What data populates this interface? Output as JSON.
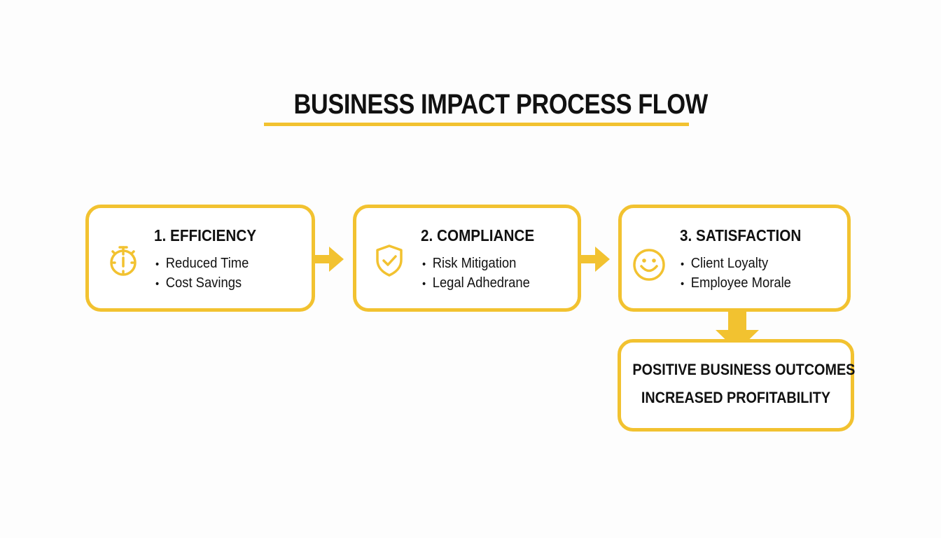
{
  "title": "BUSINESS IMPACT PROCESS FLOW",
  "accent_color": "#f2c230",
  "stages": [
    {
      "title": "1. EFFICIENCY",
      "icon": "stopwatch-icon",
      "bullets": [
        "Reduced Time",
        "Cost Savings"
      ]
    },
    {
      "title": "2. COMPLIANCE",
      "icon": "shield-check-icon",
      "bullets": [
        "Risk Mitigation",
        "Legal Adhedrane"
      ]
    },
    {
      "title": "3. SATISFACTION",
      "icon": "smiley-face-icon",
      "bullets": [
        "Client Loyalty",
        "Employee Morale"
      ]
    }
  ],
  "outcome": {
    "line1": "POSITIVE BUSINESS OUTCOMES",
    "line2": "INCREASED PROFITABILITY"
  }
}
